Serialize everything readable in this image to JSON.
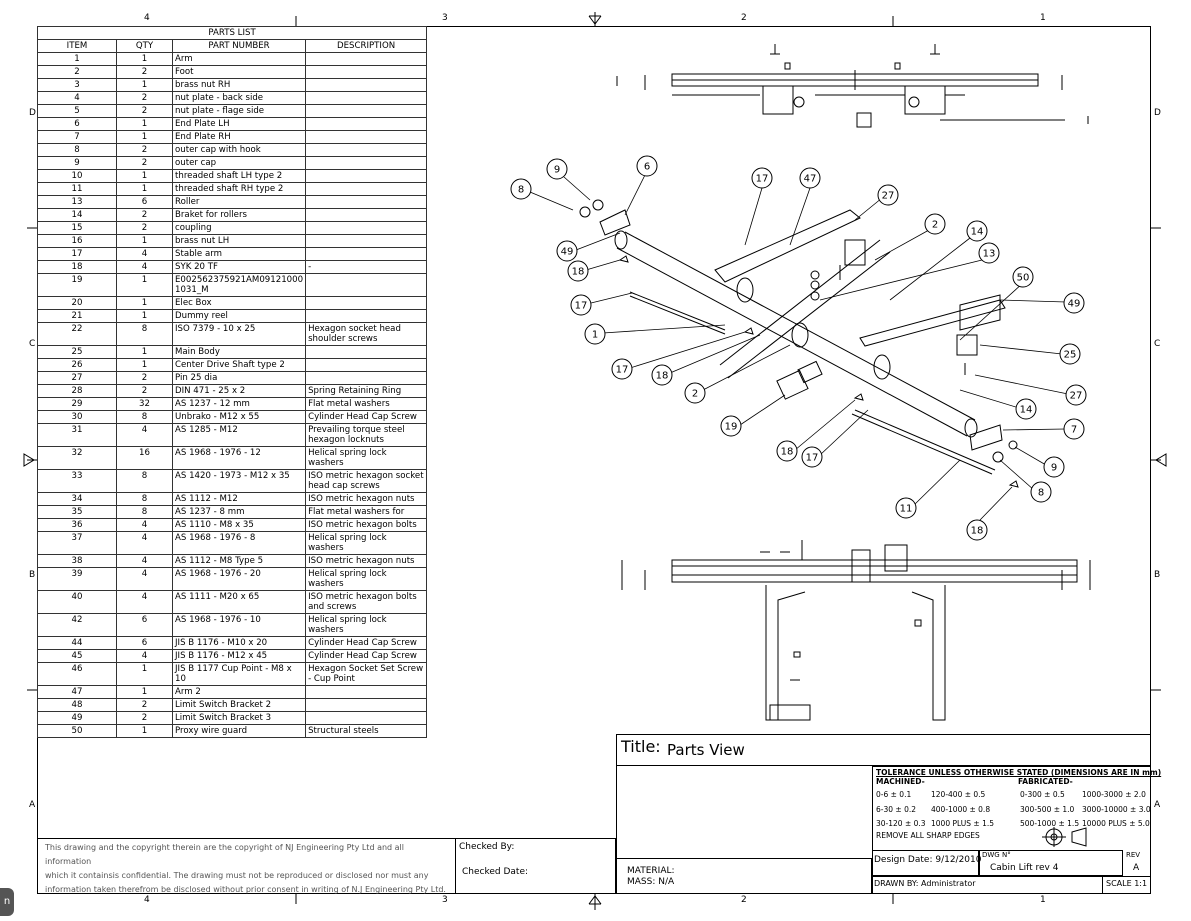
{
  "zones": {
    "top": [
      "4",
      "3",
      "2",
      "1"
    ],
    "bottom": [
      "4",
      "3",
      "2",
      "1"
    ],
    "left": [
      "D",
      "C",
      "B",
      "A"
    ],
    "right": [
      "D",
      "C",
      "B",
      "A"
    ]
  },
  "parts_list": {
    "title": "PARTS LIST",
    "headers": [
      "ITEM",
      "QTY",
      "PART NUMBER",
      "DESCRIPTION"
    ],
    "rows": [
      [
        "1",
        "1",
        "Arm",
        ""
      ],
      [
        "2",
        "2",
        "Foot",
        ""
      ],
      [
        "3",
        "1",
        "brass nut RH",
        ""
      ],
      [
        "4",
        "2",
        "nut plate - back side",
        ""
      ],
      [
        "5",
        "2",
        "nut plate - flage side",
        ""
      ],
      [
        "6",
        "1",
        "End Plate LH",
        ""
      ],
      [
        "7",
        "1",
        "End Plate RH",
        ""
      ],
      [
        "8",
        "2",
        "outer cap with hook",
        ""
      ],
      [
        "9",
        "2",
        "outer cap",
        ""
      ],
      [
        "10",
        "1",
        "threaded shaft LH type 2",
        ""
      ],
      [
        "11",
        "1",
        "threaded shaft RH type 2",
        ""
      ],
      [
        "13",
        "6",
        "Roller",
        ""
      ],
      [
        "14",
        "2",
        "Braket for rollers",
        ""
      ],
      [
        "15",
        "2",
        "coupling",
        ""
      ],
      [
        "16",
        "1",
        "brass nut LH",
        ""
      ],
      [
        "17",
        "4",
        "Stable arm",
        ""
      ],
      [
        "18",
        "4",
        "SYK 20 TF",
        "-"
      ],
      [
        "19",
        "1",
        "E002562375921AM09121000 1031_M",
        ""
      ],
      [
        "20",
        "1",
        "Elec Box",
        ""
      ],
      [
        "21",
        "1",
        "Dummy reel",
        ""
      ],
      [
        "22",
        "8",
        "ISO 7379 - 10 x 25",
        "Hexagon socket head shoulder screws"
      ],
      [
        "25",
        "1",
        "Main Body",
        ""
      ],
      [
        "26",
        "1",
        "Center Drive Shaft type 2",
        ""
      ],
      [
        "27",
        "2",
        "Pin 25 dia",
        ""
      ],
      [
        "28",
        "2",
        "DIN 471 - 25 x 2",
        "Spring Retaining Ring"
      ],
      [
        "29",
        "32",
        "AS 1237 - 12 mm",
        "Flat metal washers"
      ],
      [
        "30",
        "8",
        "Unbrako - M12 x 55",
        "Cylinder Head Cap Screw"
      ],
      [
        "31",
        "4",
        "AS 1285 - M12",
        "Prevailing torque steel hexagon locknuts"
      ],
      [
        "32",
        "16",
        "AS 1968 - 1976 - 12",
        "Helical spring lock washers"
      ],
      [
        "33",
        "8",
        "AS 1420 - 1973 - M12 x 35",
        "ISO metric hexagon socket head cap screws"
      ],
      [
        "34",
        "8",
        "AS 1112 - M12",
        "ISO metric hexagon nuts"
      ],
      [
        "35",
        "8",
        "AS 1237 - 8 mm",
        "Flat metal washers for"
      ],
      [
        "36",
        "4",
        "AS 1110 - M8 x 35",
        "ISO metric hexagon bolts"
      ],
      [
        "37",
        "4",
        "AS 1968 - 1976 - 8",
        "Helical spring lock washers"
      ],
      [
        "38",
        "4",
        "AS 1112 - M8 Type 5",
        "ISO metric hexagon nuts"
      ],
      [
        "39",
        "4",
        "AS 1968 - 1976 - 20",
        "Helical spring lock washers"
      ],
      [
        "40",
        "4",
        "AS 1111 - M20 x 65",
        "ISO metric hexagon bolts and screws"
      ],
      [
        "42",
        "6",
        "AS 1968 - 1976 - 10",
        "Helical spring lock washers"
      ],
      [
        "44",
        "6",
        "JIS B 1176 - M10 x 20",
        "Cylinder Head Cap Screw"
      ],
      [
        "45",
        "4",
        "JIS B 1176 - M12 x 45",
        "Cylinder Head Cap Screw"
      ],
      [
        "46",
        "1",
        "JIS B 1177 Cup Point - M8 x 10",
        "Hexagon Socket Set Screw - Cup Point"
      ],
      [
        "47",
        "1",
        "Arm 2",
        ""
      ],
      [
        "48",
        "2",
        "Limit Switch Bracket 2",
        ""
      ],
      [
        "49",
        "2",
        "Limit Switch Bracket 3",
        ""
      ],
      [
        "50",
        "1",
        "Proxy wire guard",
        "Structural steels"
      ]
    ]
  },
  "balloons": [
    "9",
    "6",
    "8",
    "17",
    "47",
    "27",
    "2",
    "14",
    "13",
    "49",
    "18",
    "17",
    "50",
    "1",
    "49",
    "17",
    "18",
    "25",
    "2",
    "27",
    "14",
    "7",
    "19",
    "18",
    "17",
    "9",
    "8",
    "11",
    "18"
  ],
  "notice": {
    "line1": "This drawing and the copyright therein are the copyright of NJ Engineering Pty Ltd and all information",
    "line2": "which it containsis confidential. The drawing must not be reproduced or disclosed nor must any",
    "line3": "information taken therefrom be disclosed without prior consent in writing of N.J Engineering Pty Ltd."
  },
  "title_block": {
    "title_label": "Title:",
    "title_value": "Parts View",
    "checked_by": "Checked By:",
    "checked_date": "Checked Date:",
    "material_label": "MATERIAL:",
    "mass_label": "MASS: N/A",
    "tolerance_heading": "TOLERANCE UNLESS OTHERWISE STATED (DIMENSIONS ARE IN mm)",
    "machined": "MACHINED-",
    "fabricated": "FABRICATED-",
    "tol": [
      [
        "0-6 ± 0.1",
        "120-400 ± 0.5",
        "0-300 ± 0.5",
        "1000-3000 ± 2.0"
      ],
      [
        "6-30 ± 0.2",
        "400-1000 ± 0.8",
        "300-500 ± 1.0",
        "3000-10000 ± 3.0"
      ],
      [
        "30-120 ± 0.3",
        "1000 PLUS ± 1.5",
        "500-1000 ± 1.5",
        "10000 PLUS ± 5.0"
      ]
    ],
    "sharp_edges": "REMOVE ALL SHARP EDGES",
    "design_date": "Design Date: 9/12/2010",
    "dwg_label": "DWG N°",
    "dwg_value": "Cabin Lift rev 4",
    "rev_label": "REV",
    "rev_value": "A",
    "drawn_by": "DRAWN BY: Administrator",
    "scale": "SCALE 1:1"
  },
  "corner_chip": "n"
}
